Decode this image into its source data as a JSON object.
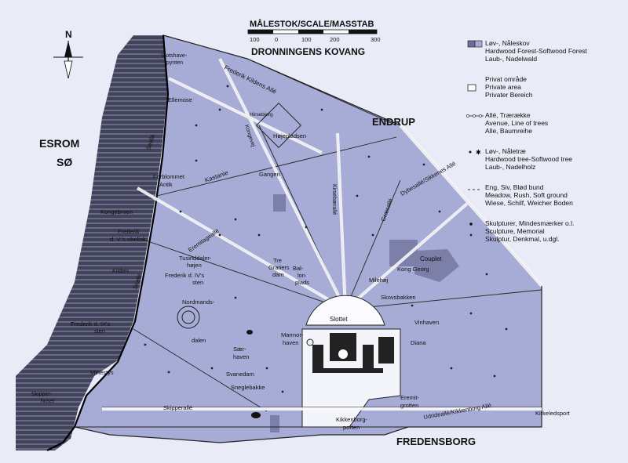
{
  "map": {
    "scale_title": "MÅLESTOK/SCALE/MASSTAB",
    "scale_ticks": [
      "100",
      "0",
      "100",
      "200",
      "300"
    ],
    "title": "DRONNINGENS KOVANG",
    "north": "N",
    "regions": {
      "lake_1": "ESROM",
      "lake_2": "SØ",
      "endrup": "ENDRUP",
      "fredensborg": "FREDENSBORG"
    },
    "labels": [
      {
        "key": "slotshave_1",
        "text": "Slotshave-"
      },
      {
        "key": "slotshave_2",
        "text": "pynten"
      },
      {
        "key": "ellemose",
        "text": "Ellemose"
      },
      {
        "key": "kildens_alle",
        "text": "Frederik Kildens Allé"
      },
      {
        "key": "hirsebjerg",
        "text": "Hirsebjerg"
      },
      {
        "key": "hoejepladsen",
        "text": "Højepladsen"
      },
      {
        "key": "seealle",
        "text": "Seallé"
      },
      {
        "key": "seealle2",
        "text": "Seallé"
      },
      {
        "key": "gangen",
        "text": "Gangen"
      },
      {
        "key": "kastanie",
        "text": "Kastanie"
      },
      {
        "key": "forblommet_1",
        "text": "Forblommet"
      },
      {
        "key": "forblommet_2",
        "text": "Antik"
      },
      {
        "key": "kongebroen",
        "text": "Kongebroen"
      },
      {
        "key": "fredv_1",
        "text": "Frederik"
      },
      {
        "key": "fredv_2",
        "text": "d. V.'s obelisk"
      },
      {
        "key": "eremitage",
        "text": "Eremitageallé"
      },
      {
        "key": "kilden",
        "text": "Kilden"
      },
      {
        "key": "tusind_1",
        "text": "Tusinddaler-"
      },
      {
        "key": "tusind_2",
        "text": "højen"
      },
      {
        "key": "frediv_1",
        "text": "Frederik d. IV's"
      },
      {
        "key": "frediv_2",
        "text": "sten"
      },
      {
        "key": "nordmands_1",
        "text": "Nordmands-"
      },
      {
        "key": "nordmands_2",
        "text": "dalen"
      },
      {
        "key": "fredix_1",
        "text": "Frederik d. IX's"
      },
      {
        "key": "fredix_2",
        "text": "sten"
      },
      {
        "key": "tre_1",
        "text": "Tre"
      },
      {
        "key": "tre_2",
        "text": "Gratiers"
      },
      {
        "key": "tre_3",
        "text": "dam"
      },
      {
        "key": "ballon_1",
        "text": "Bal-"
      },
      {
        "key": "ballon_2",
        "text": "lon"
      },
      {
        "key": "ballon_3",
        "text": "plads"
      },
      {
        "key": "kongevej",
        "text": "Kongevej"
      },
      {
        "key": "kirsebaer",
        "text": "Kirsebærallé"
      },
      {
        "key": "graesalle",
        "text": "Græsallé"
      },
      {
        "key": "dybesalle",
        "text": "Dybesallé/Sikkenes Allé"
      },
      {
        "key": "couplet",
        "text": "Couplet"
      },
      {
        "key": "kong_georg",
        "text": "Kong Georg"
      },
      {
        "key": "milehoej",
        "text": "Milehøj"
      },
      {
        "key": "skovsbakken",
        "text": "Skovsbakken"
      },
      {
        "key": "slottet",
        "text": "Slottet"
      },
      {
        "key": "vinhaven",
        "text": "Vinhaven"
      },
      {
        "key": "marmor_1",
        "text": "Marmor-"
      },
      {
        "key": "marmor_2",
        "text": "haven"
      },
      {
        "key": "saer_1",
        "text": "Sær-"
      },
      {
        "key": "saer_2",
        "text": "haven"
      },
      {
        "key": "diana",
        "text": "Diana"
      },
      {
        "key": "minestys",
        "text": "Minestys"
      },
      {
        "key": "skippers_1",
        "text": "Skipper-"
      },
      {
        "key": "skippers_2",
        "text": "huset"
      },
      {
        "key": "svanedam",
        "text": "Svanedam"
      },
      {
        "key": "sneglebakke",
        "text": "Sneglebakke"
      },
      {
        "key": "skipperalle",
        "text": "Skipperallé"
      },
      {
        "key": "eremit_1",
        "text": "Eremit-"
      },
      {
        "key": "eremit_2",
        "text": "grotten"
      },
      {
        "key": "kikken_1",
        "text": "Kikkenborg-"
      },
      {
        "key": "kikken_2",
        "text": "porten"
      },
      {
        "key": "udrid",
        "text": "Udrideallé/Kikkenborg Allé"
      },
      {
        "key": "kirkeled",
        "text": "Kirkeledsport"
      }
    ]
  },
  "legend": [
    {
      "icon": "forest-swatch",
      "lines": [
        "Løv-, Nåleskov",
        "Hardwood Forest-Softwood Forest",
        "Laub-, Nadelwald"
      ]
    },
    {
      "icon": "private-swatch",
      "lines": [
        "Privat område",
        "Private area",
        "Privater Bereich"
      ]
    },
    {
      "icon": "avenue-symbol",
      "lines": [
        "Allé, Trærække",
        "Avenue, Line of trees",
        "Alle, Baumreihe"
      ]
    },
    {
      "icon": "tree-symbol",
      "lines": [
        "Løv-, Nåletræ",
        "Hardwood tree-Softwood tree",
        "Laub-, Nadelholz"
      ]
    },
    {
      "icon": "meadow-symbol",
      "lines": [
        "Eng, Siv, Blød bund",
        "Meadow, Rush, Soft ground",
        "Wiese, Schilf, Weicher Boden"
      ]
    },
    {
      "icon": "sculpture-symbol",
      "lines": [
        "Skulpturer, Mindesmærker o.l.",
        "Sculpture, Memorial",
        "Skulptur, Denkmal, u.dgl."
      ]
    }
  ],
  "colors": {
    "forest": "#a7acd6",
    "forest_dark": "#6d6f98",
    "water": "#4a4c63",
    "path": "#fbfbfd",
    "paper": "#e9ecf6"
  }
}
